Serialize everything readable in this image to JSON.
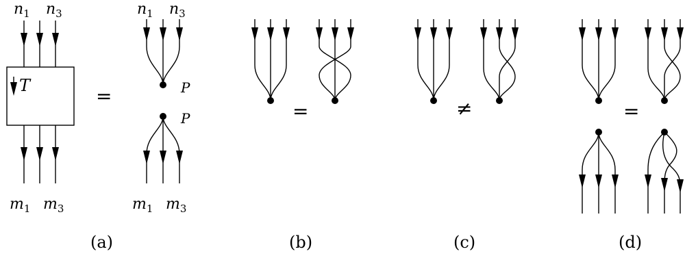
{
  "panel_a": {
    "top_labels": [
      "n",
      "n"
    ],
    "top_subscripts": [
      "1",
      "3"
    ],
    "bottom_labels": [
      "m",
      "m"
    ],
    "bottom_subscripts": [
      "1",
      "3"
    ],
    "box_label": "T",
    "equals": "=",
    "node_label_top": "P",
    "node_label_bottom": "P",
    "rhs_top_labels": [
      "n",
      "n"
    ],
    "rhs_top_subscripts": [
      "1",
      "3"
    ],
    "rhs_bottom_labels": [
      "m",
      "m"
    ],
    "rhs_bottom_subscripts": [
      "1",
      "3"
    ],
    "caption": "(a)"
  },
  "panel_b": {
    "relation": "=",
    "caption": "(b)"
  },
  "panel_c": {
    "relation": "≠",
    "caption": "(c)"
  },
  "panel_d": {
    "relation": "=",
    "caption": "(d)"
  }
}
